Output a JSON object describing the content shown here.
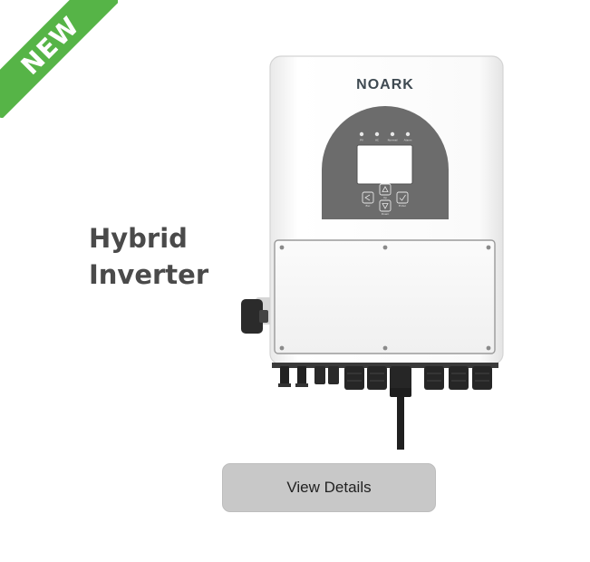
{
  "badge": {
    "label": "NEW",
    "color": "#56b447"
  },
  "product": {
    "title_line1": "Hybrid",
    "title_line2": "Inverter",
    "brand": "NOARK",
    "leds": [
      "PV",
      "AC",
      "Normal",
      "Alarm"
    ],
    "keys": {
      "up": "Up",
      "esc": "Esc",
      "enter": "Enter",
      "down": "Down"
    }
  },
  "cta": {
    "label": "View Details"
  }
}
